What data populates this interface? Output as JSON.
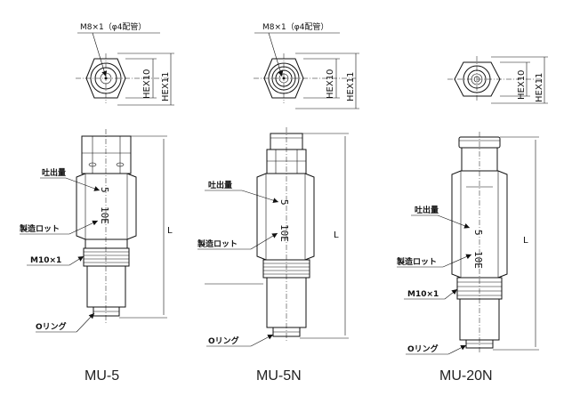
{
  "models": [
    {
      "name": "MU-5",
      "top_label": "M8×1（φ4配管）",
      "hex_a": "HEX10",
      "hex_b": "HEX11",
      "length": "L",
      "discharge": "吐出量",
      "lot": "製造ロット",
      "thread": "M10×1",
      "oring": "Oリング",
      "body_mark_1": "5",
      "body_mark_2": "10E"
    },
    {
      "name": "MU-5N",
      "top_label": "M8×1（φ4配管）",
      "hex_a": "HEX10",
      "hex_b": "HEX11",
      "length": "L",
      "discharge": "吐出量",
      "lot": "製造ロット",
      "oring": "Oリング",
      "body_mark_1": "5",
      "body_mark_2": "10E"
    },
    {
      "name": "MU-20N",
      "hex_a": "HEX10",
      "hex_b": "HEX11",
      "length": "L",
      "discharge": "吐出量",
      "lot": "製造ロット",
      "thread": "M10×1",
      "oring": "Oリング",
      "body_mark_1": "5",
      "body_mark_2": "10E"
    }
  ]
}
